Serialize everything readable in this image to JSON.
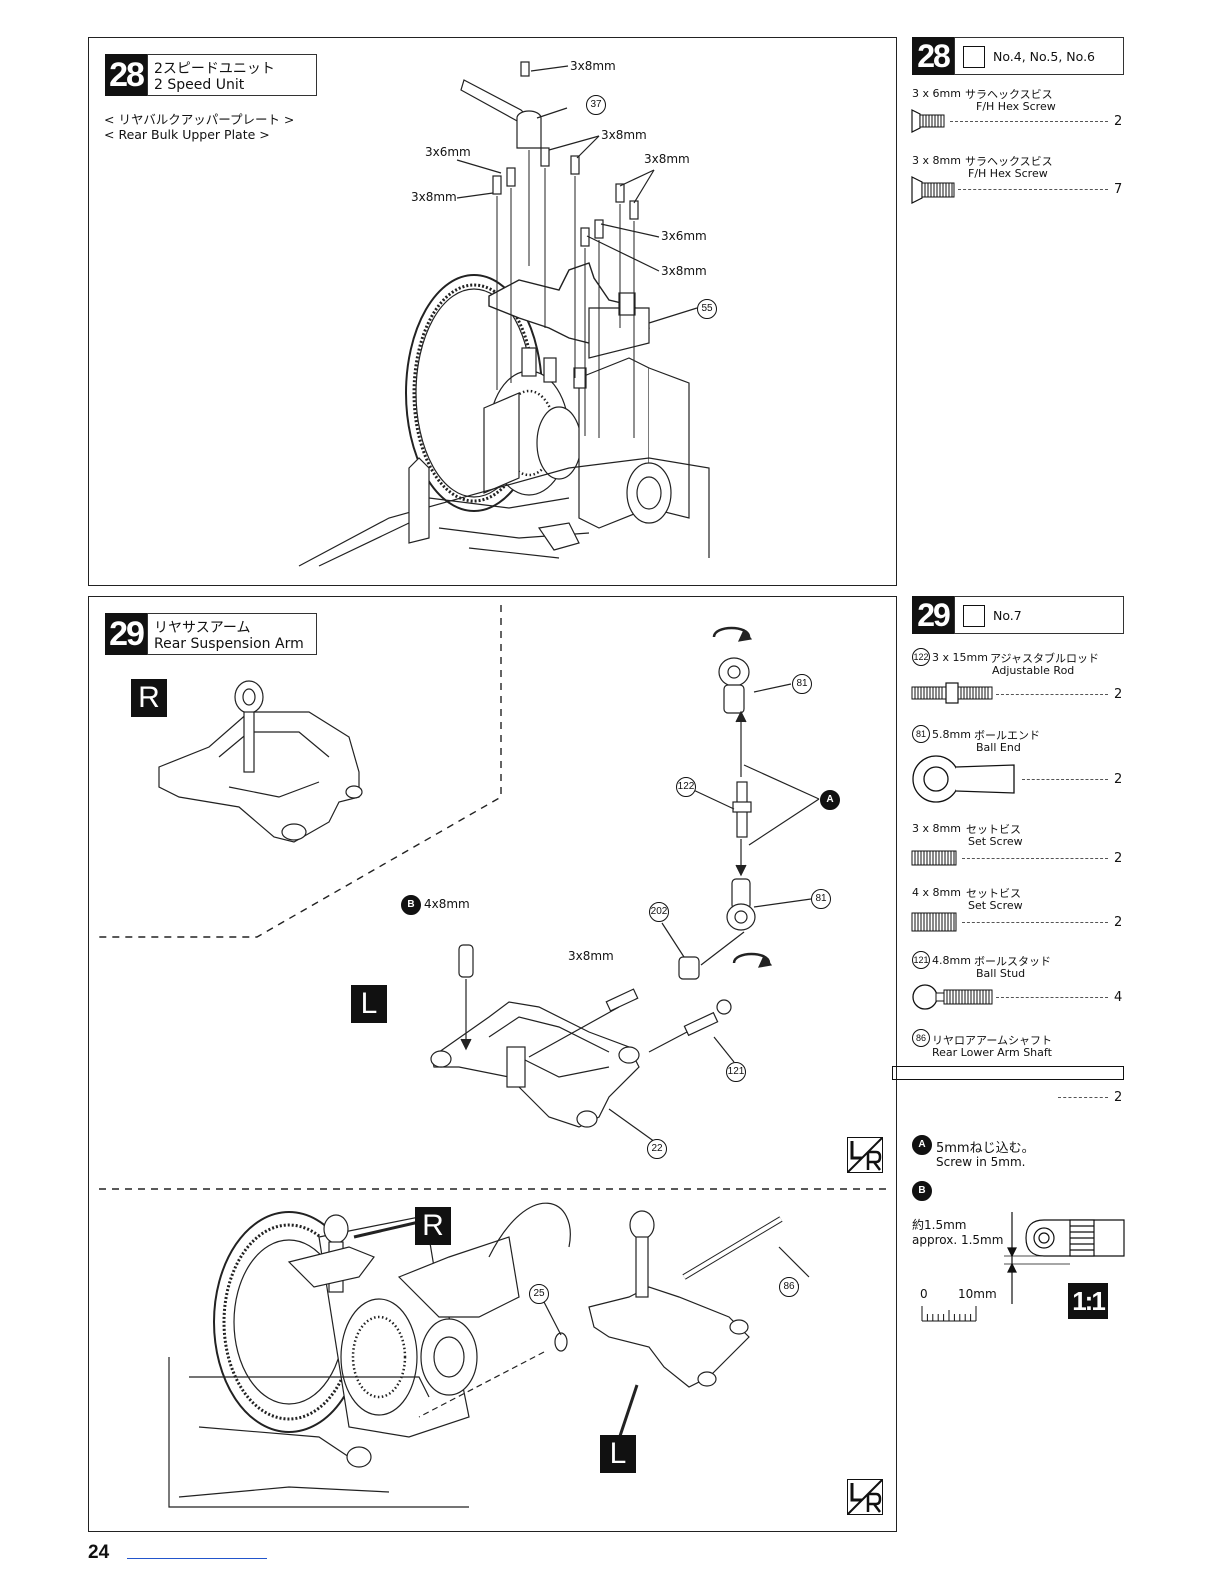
{
  "page_number": "24",
  "step28": {
    "number": "28",
    "title_jp": "2スピードユニット",
    "title_en": "2 Speed Unit",
    "subtitle_jp": "< リヤバルクアッパープレート >",
    "subtitle_en": "< Rear Bulk Upper Plate >",
    "callouts": [
      "3x8mm",
      "3x8mm",
      "3x8mm",
      "3x6mm",
      "3x8mm",
      "3x6mm",
      "3x8mm"
    ],
    "part_numbers": [
      "37",
      "55"
    ],
    "bag_header": "No.4, No.5, No.6",
    "parts": [
      {
        "spec": "3 x 6mm",
        "name_jp": "サラヘックスビス",
        "name_en": "F/H Hex Screw",
        "qty": "2"
      },
      {
        "spec": "3 x 8mm",
        "name_jp": "サラヘックスビス",
        "name_en": "F/H Hex Screw",
        "qty": "7"
      }
    ]
  },
  "step29": {
    "number": "29",
    "title_jp": "リヤサスアーム",
    "title_en": "Rear Suspension Arm",
    "side_r": "R",
    "side_l": "L",
    "callout_b": "4x8mm",
    "callout_set": "3x8mm",
    "part_numbers": [
      "81",
      "122",
      "81",
      "202",
      "121",
      "22",
      "25",
      "86"
    ],
    "marker_a": "A",
    "marker_b": "B",
    "bag_header": "No.7",
    "parts": [
      {
        "num": "122",
        "spec": "3 x 15mm",
        "name_jp": "アジャスタブルロッド",
        "name_en": "Adjustable Rod",
        "qty": "2"
      },
      {
        "num": "81",
        "spec": "5.8mm",
        "name_jp": "ボールエンド",
        "name_en": "Ball End",
        "qty": "2"
      },
      {
        "num": "",
        "spec": "3 x 8mm",
        "name_jp": "セットビス",
        "name_en": "Set Screw",
        "qty": "2"
      },
      {
        "num": "",
        "spec": "4 x 8mm",
        "name_jp": "セットビス",
        "name_en": "Set Screw",
        "qty": "2"
      },
      {
        "num": "121",
        "spec": "4.8mm",
        "name_jp": "ボールスタッド",
        "name_en": "Ball Stud",
        "qty": "4"
      },
      {
        "num": "86",
        "spec": "",
        "name_jp": "リヤロアアームシャフト",
        "name_en": "Rear Lower Arm Shaft",
        "qty": "2"
      }
    ],
    "note_a_jp": "5mmねじ込む。",
    "note_a_en": "Screw in 5mm.",
    "note_b_jp": "約1.5mm",
    "note_b_en": "approx. 1.5mm",
    "scale_0": "0",
    "scale_10": "10mm",
    "scale_ratio": "1:1"
  }
}
